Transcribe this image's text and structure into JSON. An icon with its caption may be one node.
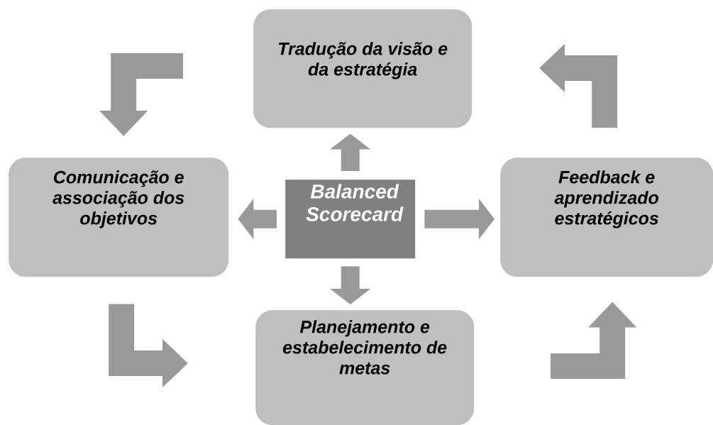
{
  "diagram": {
    "nodes": [
      {
        "text": [
          "Tradução da visão e da estratégia"
        ]
      },
      {
        "text": [
          "Comunicação e associação dos objetivos"
        ]
      },
      {
        "text": [
          "Balanced Scorecard"
        ]
      },
      {
        "text": [
          "Feedback e aprendizado estratégicos"
        ]
      },
      {
        "text": [
          "Planejamento e estabelecimento de metas"
        ]
      }
    ],
    "edges": [
      {
        "from": 2,
        "to": 0,
        "arrow": "to"
      },
      {
        "from": 2,
        "to": 1,
        "arrow": "to"
      },
      {
        "from": 2,
        "to": 3,
        "arrow": "to"
      },
      {
        "from": 2,
        "to": 4,
        "arrow": "to"
      },
      {
        "from": null,
        "to": 1,
        "arrow": "to"
      },
      {
        "from": 1,
        "to": null,
        "arrow": "to"
      },
      {
        "from": null,
        "to": 3,
        "arrow": "to"
      },
      {
        "from": 3,
        "to": null,
        "arrow": "to"
      }
    ]
  }
}
